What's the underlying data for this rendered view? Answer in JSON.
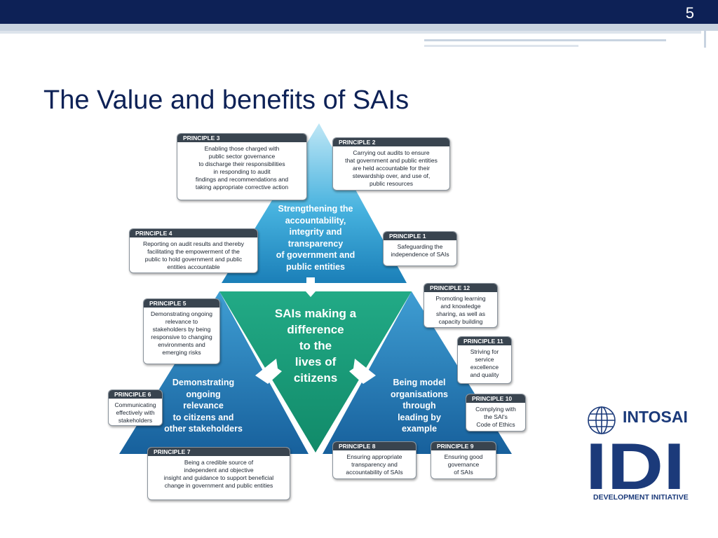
{
  "slide": {
    "number": "5",
    "title": "The Value and benefits of SAIs"
  },
  "diagram": {
    "center": "SAIs making a\ndifference\nto the\nlives of\ncitizens",
    "top": "Strengthening the\naccountability,\nintegrity and\ntransparency\nof government and\npublic entities",
    "left": "Demonstrating\nongoing\nrelevance\nto citizens and\nother stakeholders",
    "right": "Being model\norganisations\nthrough\nleading by\nexample",
    "principles": [
      {
        "label": "PRINCIPLE 1",
        "text": "Safeguarding the\nindependence of SAIs"
      },
      {
        "label": "PRINCIPLE 2",
        "text": "Carrying out audits to ensure\nthat government and public entities\nare held accountable for their\nstewardship over, and use of,\npublic resources"
      },
      {
        "label": "PRINCIPLE 3",
        "text": "Enabling those charged with\npublic sector governance\nto discharge their responsibilities\nin responding to audit\nfindings and recommendations and\ntaking appropriate corrective action"
      },
      {
        "label": "PRINCIPLE 4",
        "text": "Reporting on audit results and thereby\nfacilitating the empowerment of the\npublic to hold government and public\nentities accountable"
      },
      {
        "label": "PRINCIPLE 5",
        "text": "Demonstrating ongoing\nrelevance to\nstakeholders by being\nresponsive to changing\nenvironments and\nemerging risks"
      },
      {
        "label": "PRINCIPLE 6",
        "text": "Communicating\neffectively with\nstakeholders"
      },
      {
        "label": "PRINCIPLE 7",
        "text": "Being a credible source of\nindependent and objective\ninsight and guidance to support beneficial\nchange in government and public entities"
      },
      {
        "label": "PRINCIPLE 8",
        "text": "Ensuring appropriate\ntransparency and\naccountability of SAIs"
      },
      {
        "label": "PRINCIPLE 9",
        "text": "Ensuring good\ngovernance\nof SAIs"
      },
      {
        "label": "PRINCIPLE 10",
        "text": "Complying with\nthe SAI's\nCode of Ethics"
      },
      {
        "label": "PRINCIPLE 11",
        "text": "Striving for\nservice\nexcellence\nand quality"
      },
      {
        "label": "PRINCIPLE 12",
        "text": "Promoting learning\nand knowledge\nsharing, as well as\ncapacity building"
      }
    ]
  },
  "logo": {
    "top_text": "INTOSAI",
    "main_text": "IDI",
    "bottom_text": "DEVELOPMENT INITIATIVE"
  },
  "colors": {
    "header": "#0d2156",
    "title": "#0d2156",
    "center_triangle": "#1f9d7a",
    "side_triangle": "#1d78b0",
    "logo_blue": "#1b3a7a"
  }
}
